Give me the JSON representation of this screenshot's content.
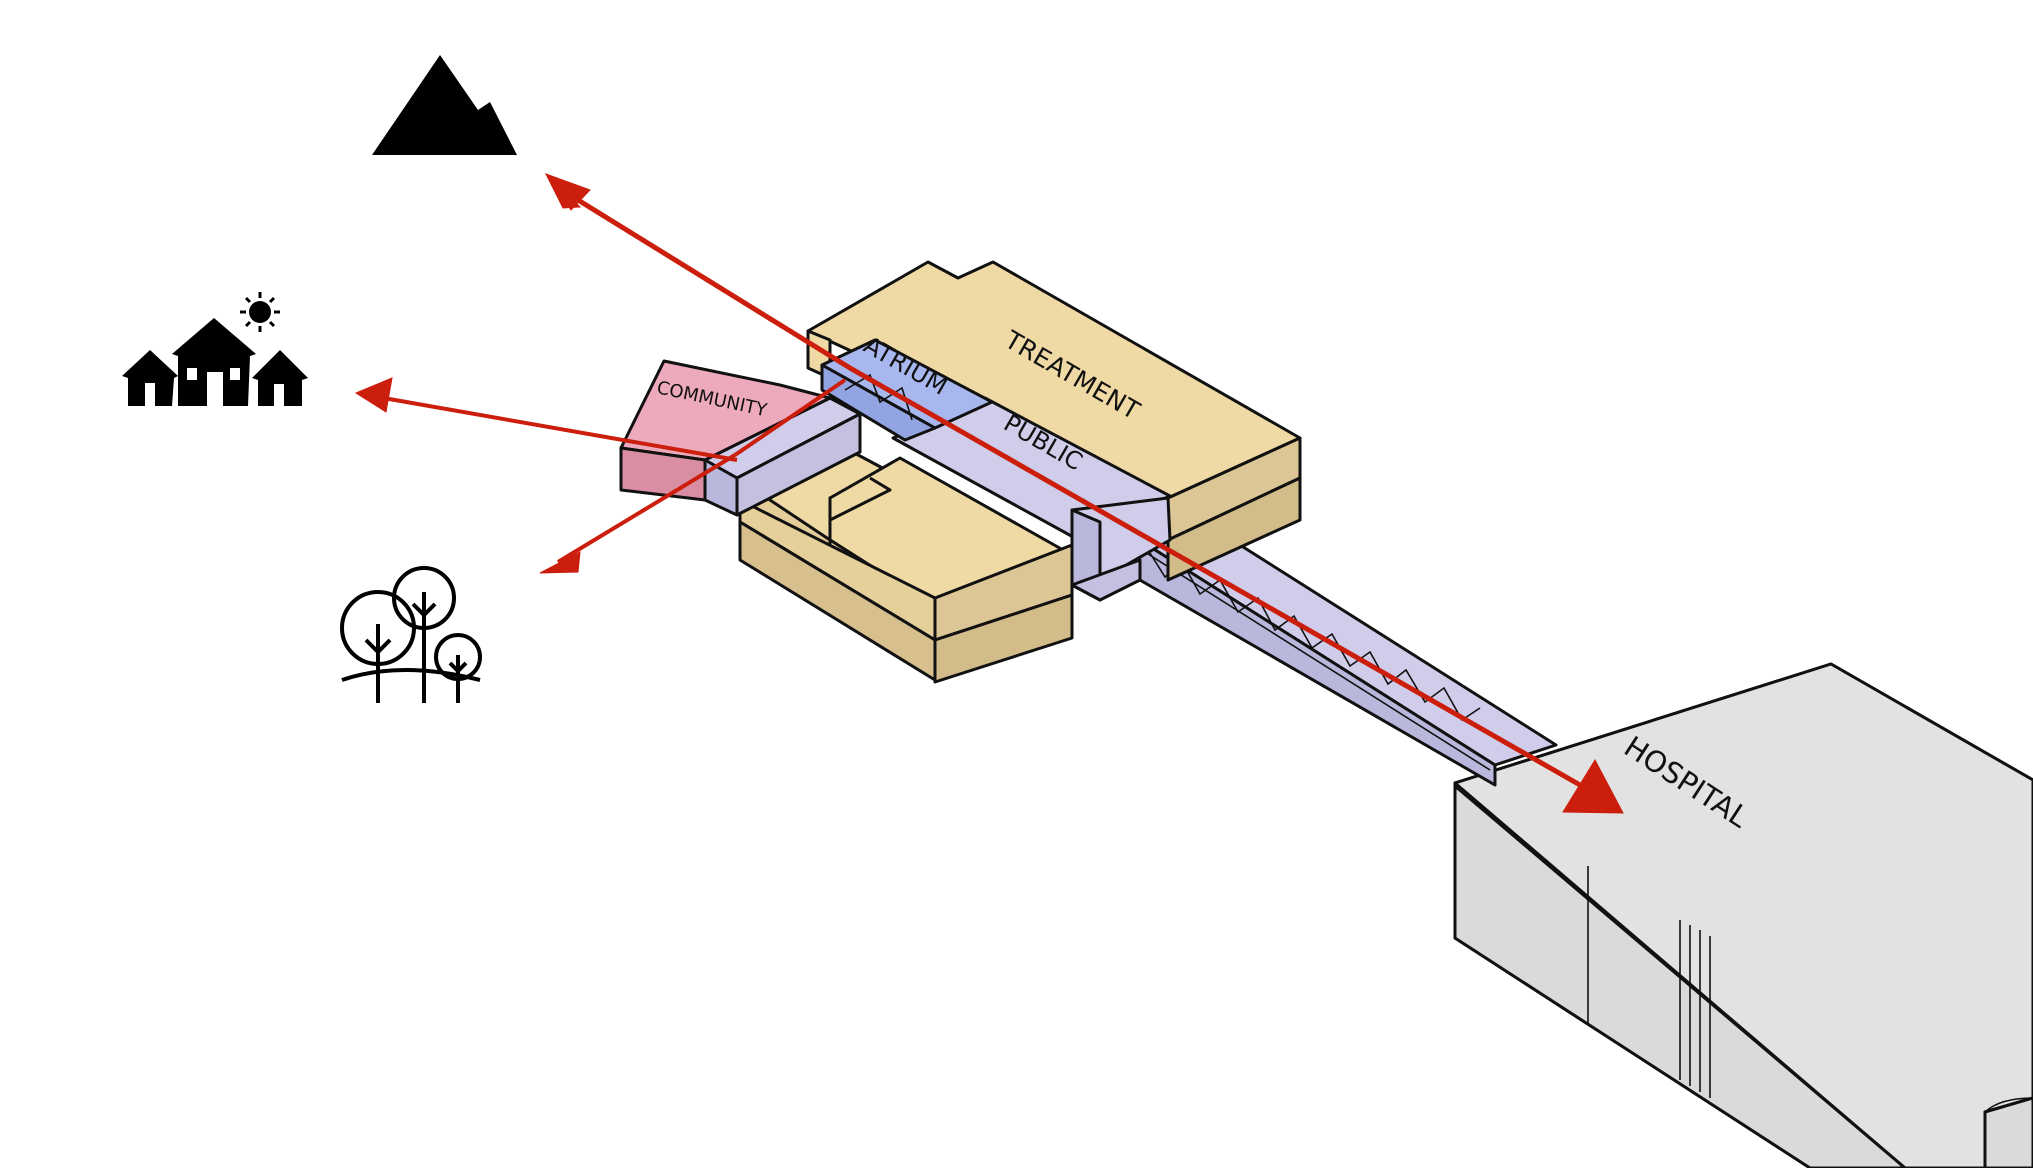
{
  "labels": {
    "treatment": "TREATMENT",
    "atrium": "ATRIUM",
    "public": "PUBLIC",
    "community": "COMMUNITY",
    "hospital": "HOSPITAL"
  },
  "icons": [
    "mountain-icon",
    "houses-sun-icon",
    "trees-icon"
  ],
  "colors": {
    "treatment": "#efd9a4",
    "treatment_side": "#dcc695",
    "public": "#cfcdea",
    "atrium": "#a8b7ee",
    "community": "#eeaabd",
    "hospital": "#e8e8e8",
    "arrow": "#cc1e0c"
  }
}
